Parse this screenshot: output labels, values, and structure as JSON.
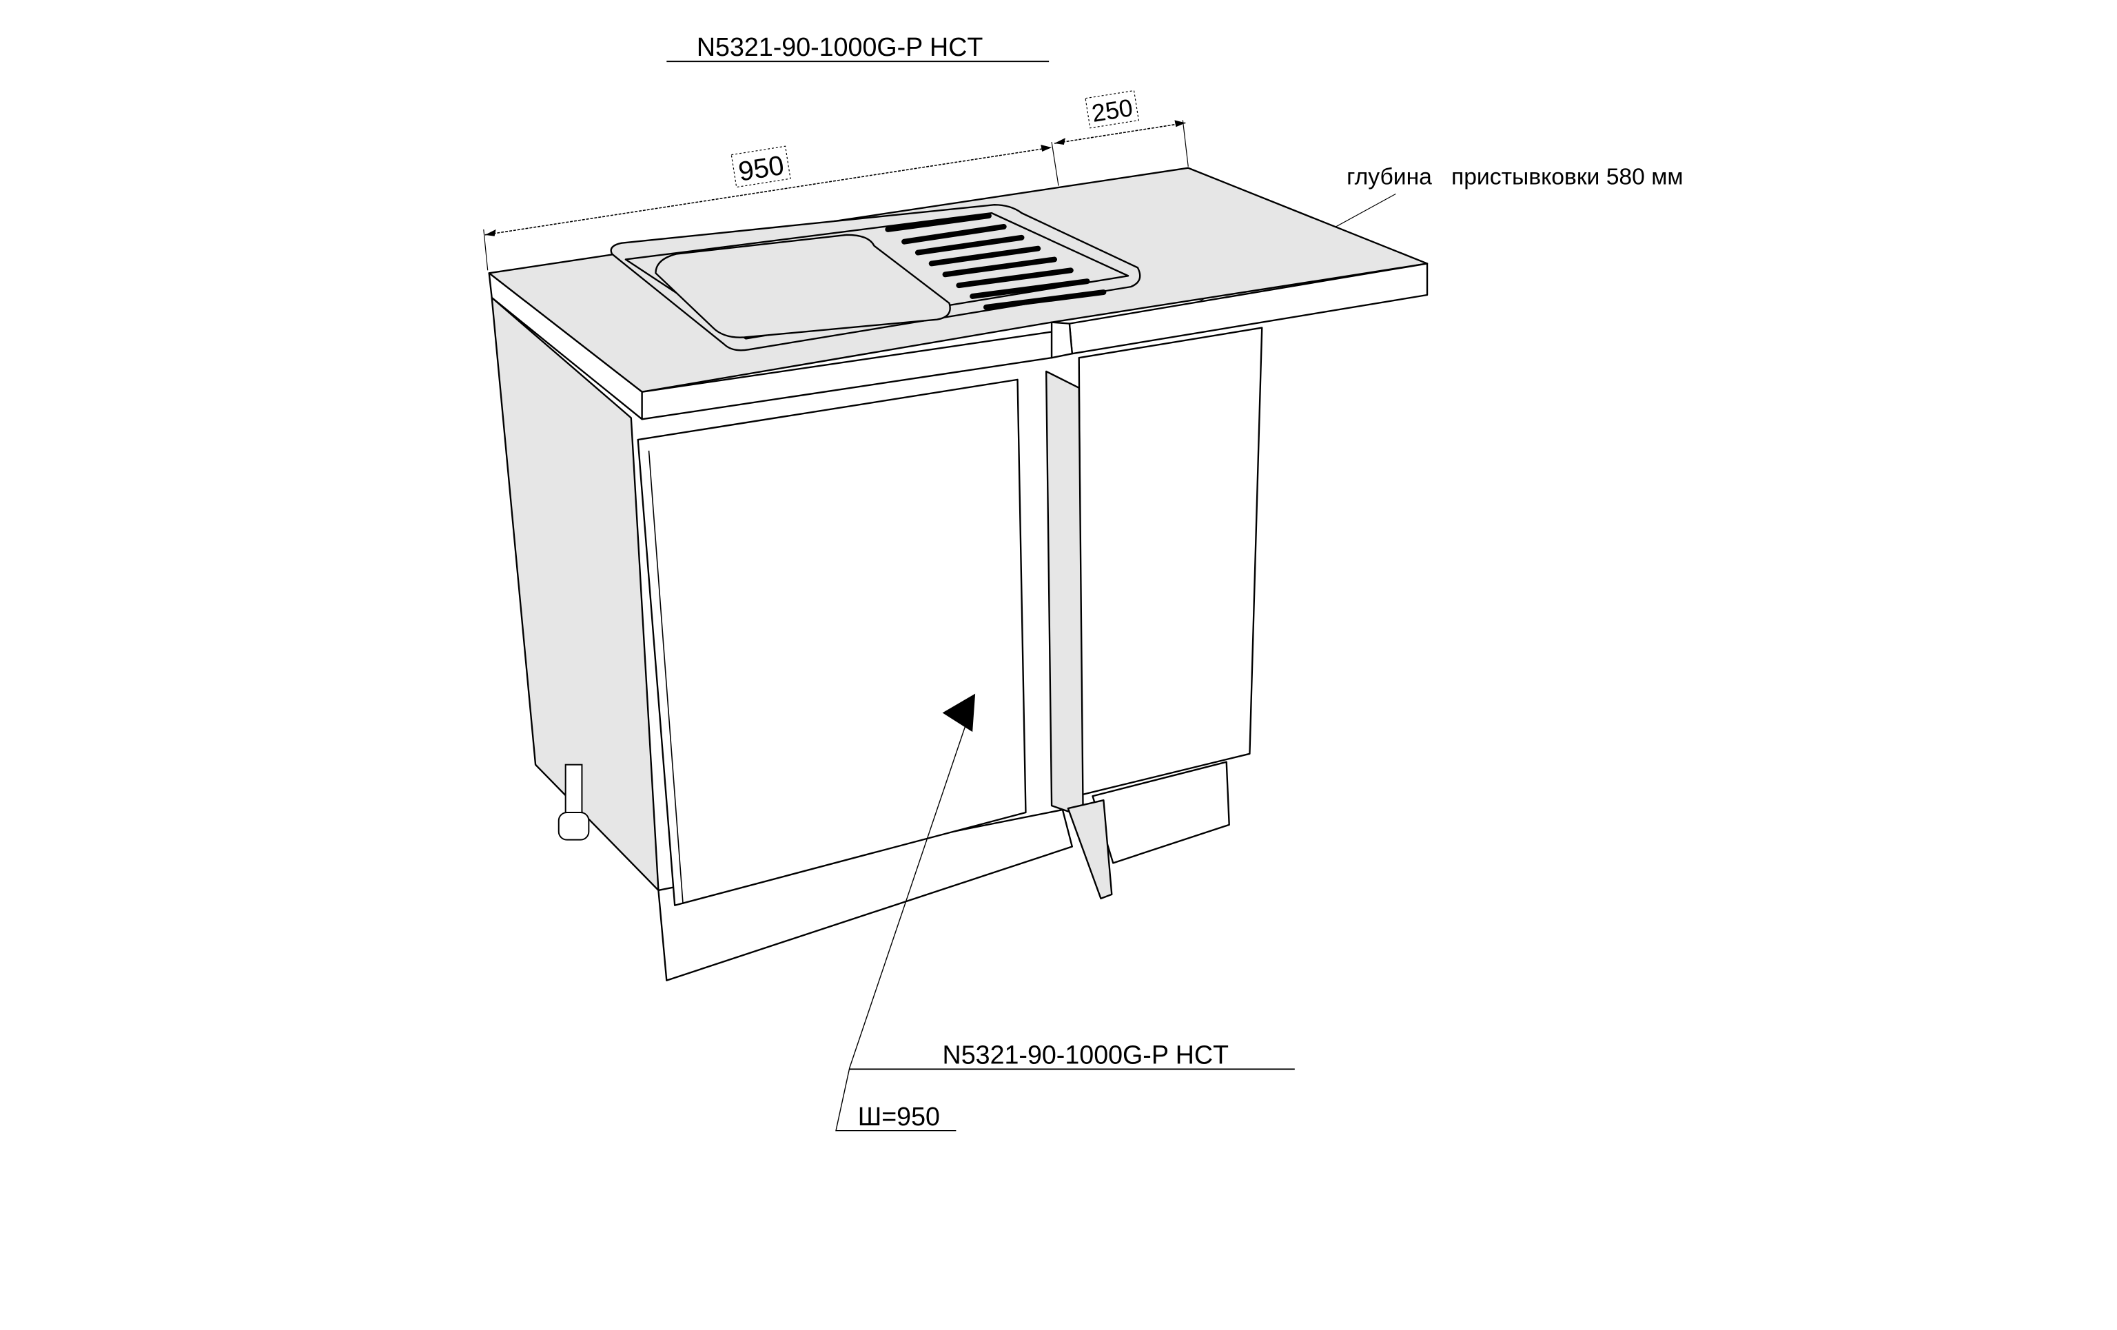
{
  "labels": {
    "top_article": "N5321-90-1000G-P HCT",
    "bottom_article": "N5321-90-1000G-P HCT",
    "width_label": "Ш=950",
    "dimension_main": "950",
    "dimension_extension": "250",
    "depth_note": "глубина   пристывковки 580 мм"
  },
  "colors": {
    "surface": "#e6e6e6",
    "face_light": "#ffffff",
    "line": "#000000"
  }
}
